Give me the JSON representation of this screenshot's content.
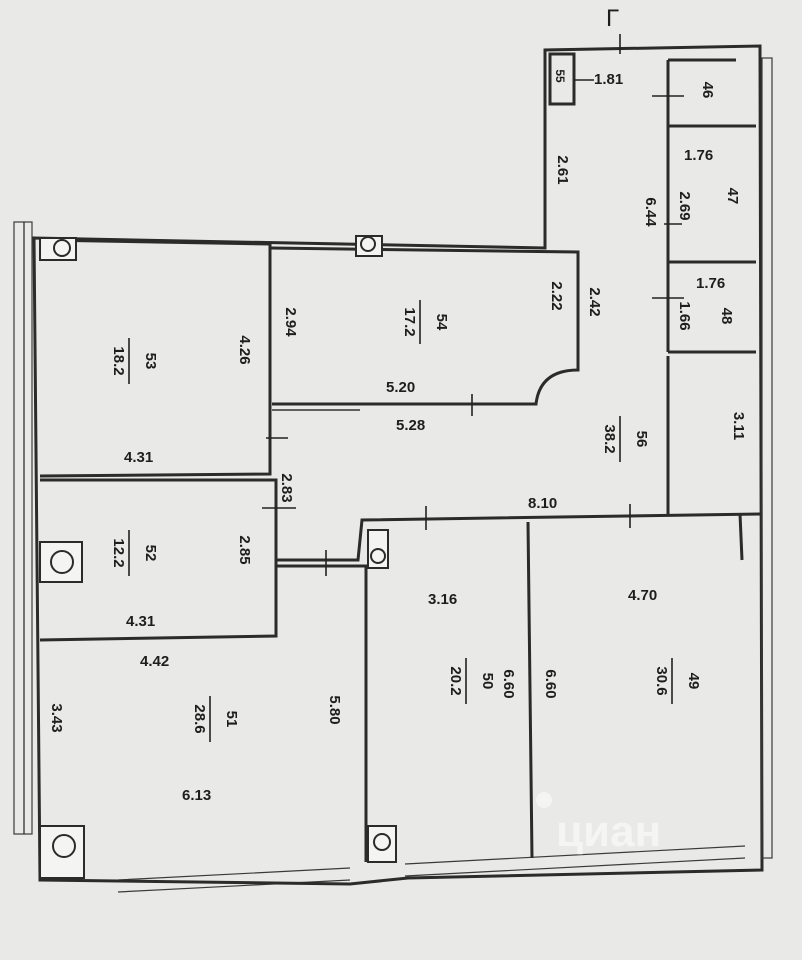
{
  "top_marker": "Г",
  "watermark": "циан",
  "rooms": [
    {
      "id": "53",
      "area": "18.2"
    },
    {
      "id": "54",
      "area": "17.2"
    },
    {
      "id": "52",
      "area": "12.2"
    },
    {
      "id": "51",
      "area": "28.6"
    },
    {
      "id": "50",
      "area": "20.2"
    },
    {
      "id": "49",
      "area": "30.6"
    },
    {
      "id": "56",
      "area": "38.2"
    },
    {
      "id": "55"
    },
    {
      "id": "46"
    },
    {
      "id": "47"
    },
    {
      "id": "48"
    }
  ],
  "dimensions": [
    "1.81",
    "2.61",
    "6.44",
    "1.76",
    "2.69",
    "1.76",
    "1.66",
    "2.42",
    "2.22",
    "2.94",
    "4.26",
    "5.20",
    "5.28",
    "3.11",
    "4.31",
    "2.83",
    "2.85",
    "4.31",
    "8.10",
    "3.16",
    "4.70",
    "4.42",
    "3.43",
    "5.80",
    "6.60",
    "6.60",
    "6.13"
  ]
}
